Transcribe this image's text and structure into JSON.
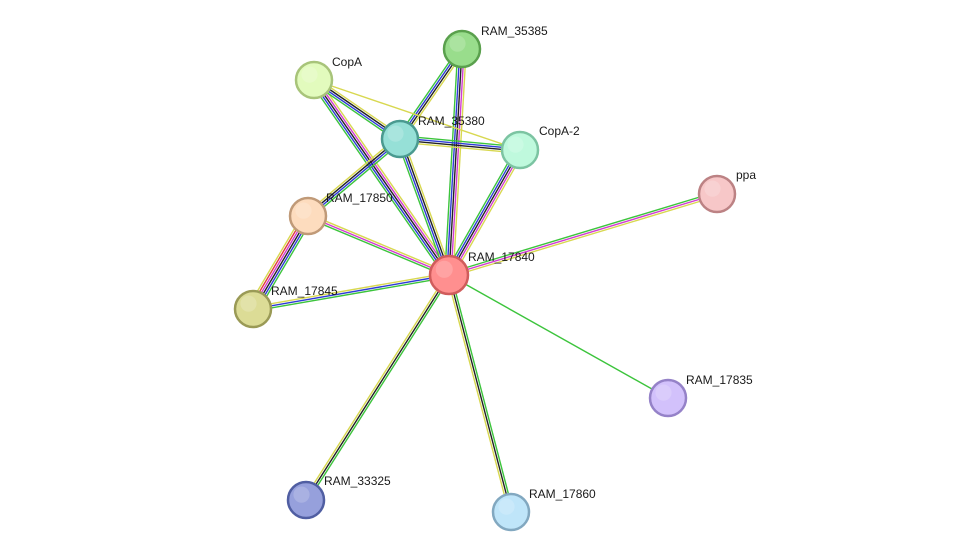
{
  "network": {
    "edge_colors": {
      "green": "#3cc43c",
      "blue": "#2e3bd6",
      "black": "#222222",
      "magenta": "#d23cd2",
      "yellow": "#d8d850",
      "cyan": "#3cc8c8",
      "red": "#e03c3c"
    },
    "nodes": [
      {
        "id": "RAM_17840",
        "label": "RAM_17840",
        "fill": "#ff8f8f",
        "stroke": "#d05c5c",
        "center": true
      },
      {
        "id": "RAM_35385",
        "label": "RAM_35385",
        "fill": "#99dd8c",
        "stroke": "#5aa04d"
      },
      {
        "id": "CopA",
        "label": "CopA",
        "fill": "#e2fbbd",
        "stroke": "#a8c47a"
      },
      {
        "id": "RAM_35380",
        "label": "RAM_35380",
        "fill": "#96e0d7",
        "stroke": "#4a9a90"
      },
      {
        "id": "CopA-2",
        "label": "CopA-2",
        "fill": "#bff9dd",
        "stroke": "#7cc4a2"
      },
      {
        "id": "ppa",
        "label": "ppa",
        "fill": "#f7c7c8",
        "stroke": "#bc8284"
      },
      {
        "id": "RAM_17850",
        "label": "RAM_17850",
        "fill": "#fddcbe",
        "stroke": "#c09a78"
      },
      {
        "id": "RAM_17845",
        "label": "RAM_17845",
        "fill": "#dcdc96",
        "stroke": "#9a9a56"
      },
      {
        "id": "RAM_17835",
        "label": "RAM_17835",
        "fill": "#d2c1fb",
        "stroke": "#9582c8"
      },
      {
        "id": "RAM_33325",
        "label": "RAM_33325",
        "fill": "#96a0dc",
        "stroke": "#505ea2"
      },
      {
        "id": "RAM_17860",
        "label": "RAM_17860",
        "fill": "#bfe5f9",
        "stroke": "#82a8c0"
      }
    ],
    "edges": [
      {
        "from": "RAM_17840",
        "to": "RAM_35385",
        "colors": [
          "green",
          "blue",
          "black",
          "magenta",
          "yellow"
        ]
      },
      {
        "from": "RAM_17840",
        "to": "CopA",
        "colors": [
          "green",
          "blue",
          "black",
          "magenta",
          "yellow"
        ]
      },
      {
        "from": "RAM_17840",
        "to": "RAM_35380",
        "colors": [
          "green",
          "blue",
          "black",
          "yellow"
        ]
      },
      {
        "from": "RAM_17840",
        "to": "CopA-2",
        "colors": [
          "green",
          "blue",
          "black",
          "magenta",
          "yellow"
        ]
      },
      {
        "from": "RAM_17840",
        "to": "ppa",
        "colors": [
          "green",
          "magenta",
          "yellow"
        ]
      },
      {
        "from": "RAM_17840",
        "to": "RAM_17850",
        "colors": [
          "green",
          "magenta",
          "yellow"
        ]
      },
      {
        "from": "RAM_17840",
        "to": "RAM_17845",
        "colors": [
          "green",
          "blue",
          "yellow"
        ]
      },
      {
        "from": "RAM_17840",
        "to": "RAM_17835",
        "colors": [
          "green"
        ]
      },
      {
        "from": "RAM_17840",
        "to": "RAM_33325",
        "colors": [
          "green",
          "black",
          "yellow"
        ]
      },
      {
        "from": "RAM_17840",
        "to": "RAM_17860",
        "colors": [
          "green",
          "black",
          "yellow"
        ]
      },
      {
        "from": "RAM_35380",
        "to": "RAM_35385",
        "colors": [
          "green",
          "blue",
          "black",
          "yellow"
        ]
      },
      {
        "from": "RAM_35380",
        "to": "CopA",
        "colors": [
          "green",
          "blue",
          "black",
          "yellow"
        ]
      },
      {
        "from": "RAM_35380",
        "to": "CopA-2",
        "colors": [
          "green",
          "blue",
          "black",
          "yellow"
        ]
      },
      {
        "from": "RAM_35380",
        "to": "RAM_17850",
        "colors": [
          "green",
          "blue",
          "black",
          "yellow"
        ]
      },
      {
        "from": "CopA",
        "to": "CopA-2",
        "colors": [
          "yellow"
        ]
      },
      {
        "from": "RAM_17850",
        "to": "RAM_17845",
        "colors": [
          "green",
          "blue",
          "black",
          "magenta",
          "red",
          "yellow"
        ]
      }
    ]
  }
}
